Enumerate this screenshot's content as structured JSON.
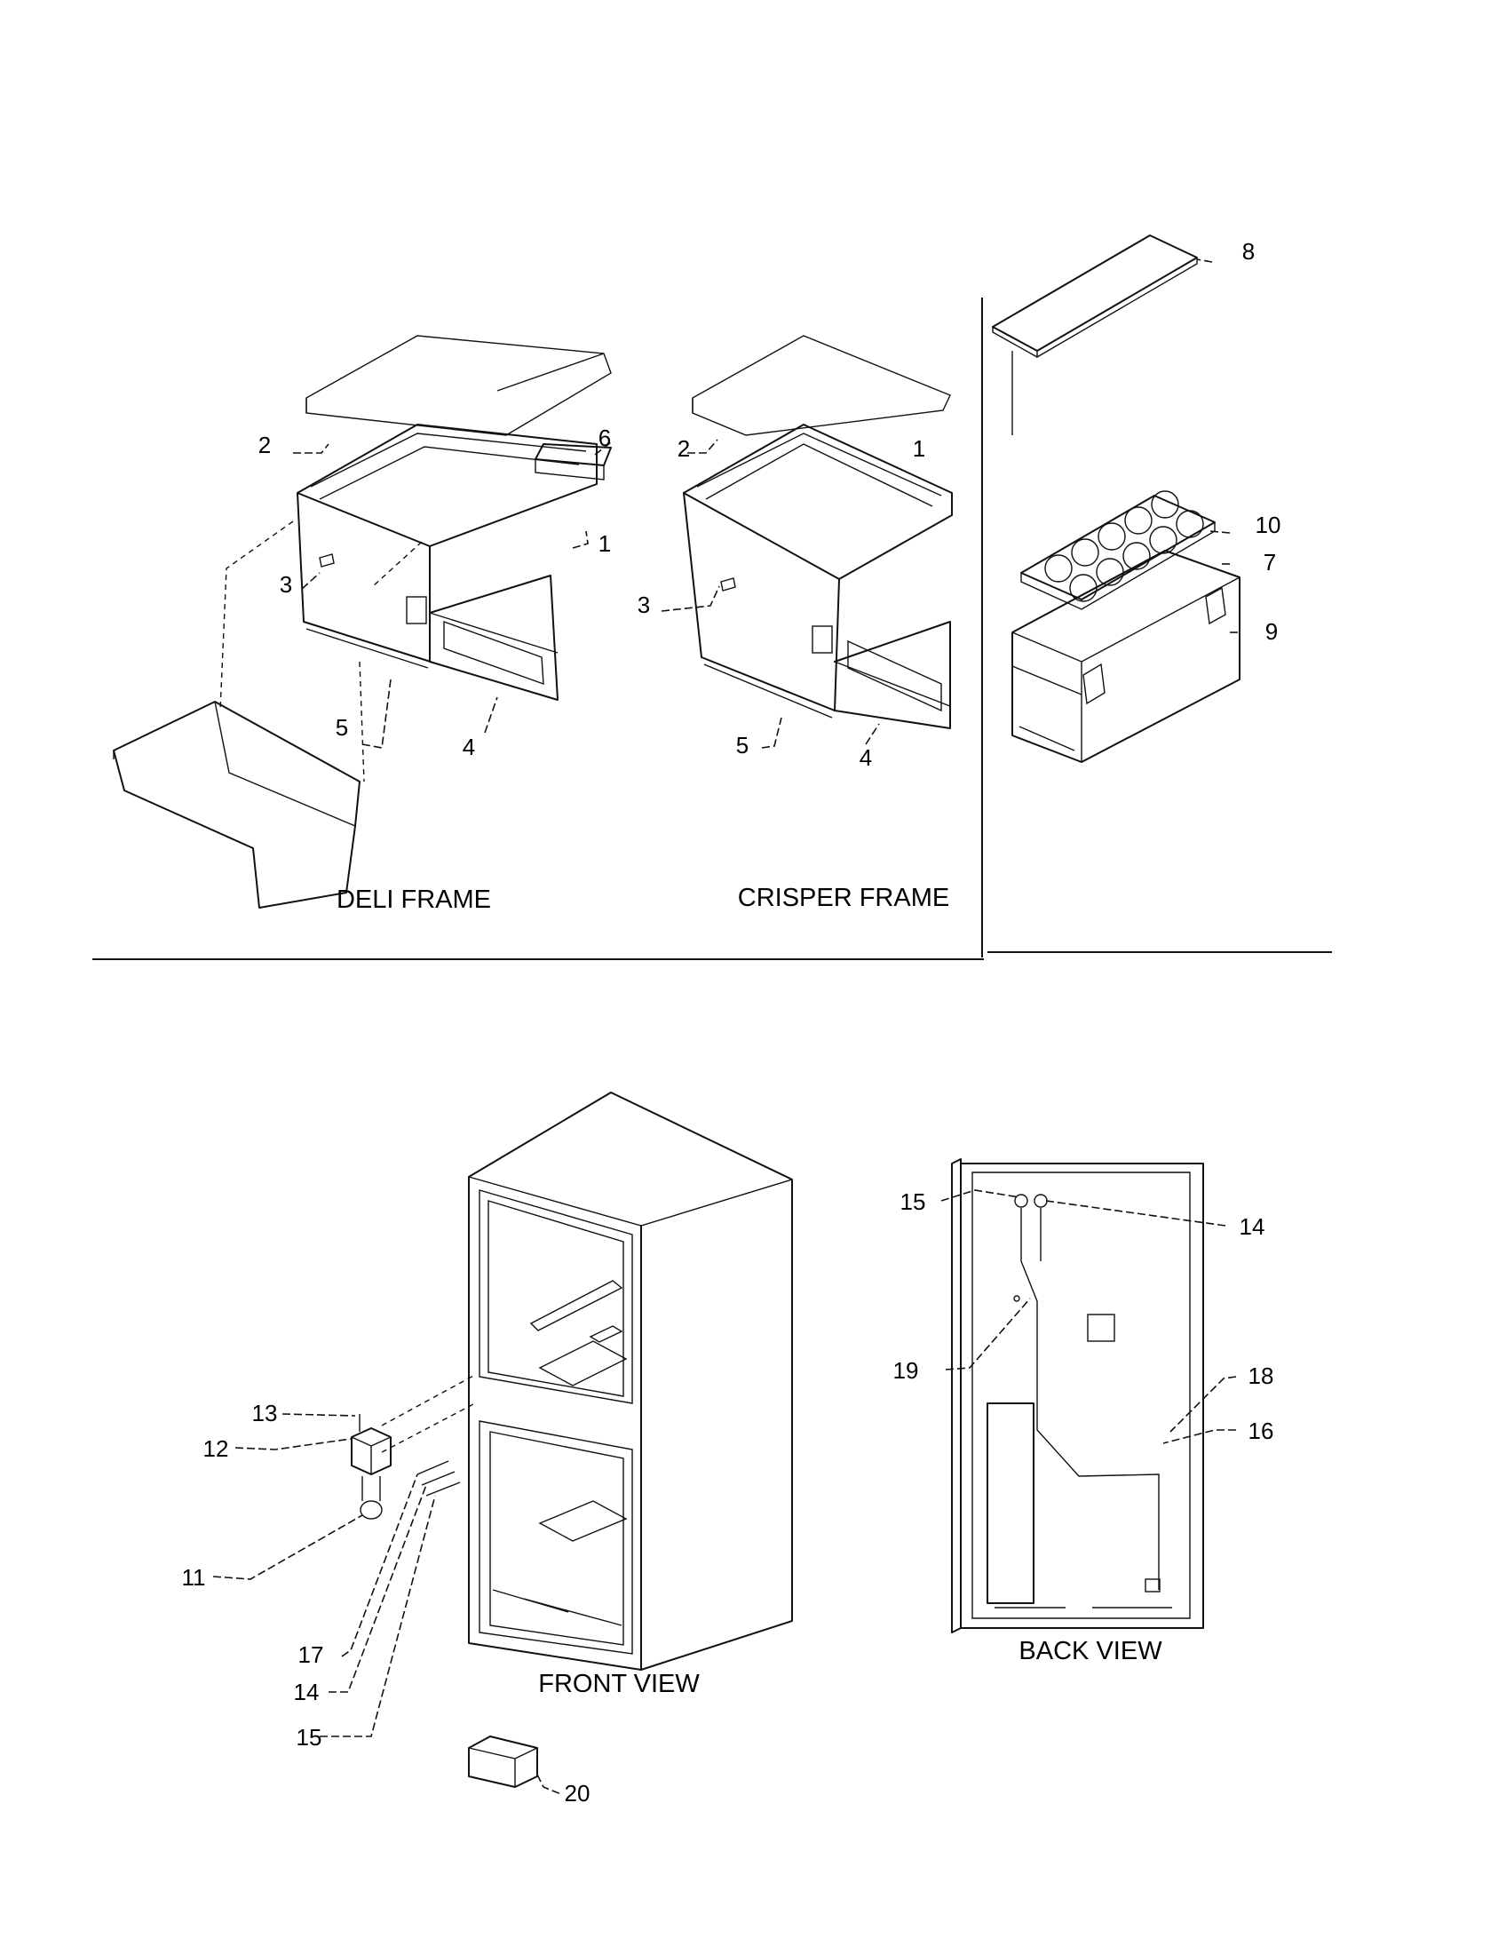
{
  "captions": {
    "deli_frame": "DELI FRAME",
    "crisper_frame": "CRISPER FRAME",
    "front_view": "FRONT VIEW",
    "back_view": "BACK VIEW"
  },
  "callouts": {
    "deli": {
      "c1": "1",
      "c2": "2",
      "c3": "3",
      "c4": "4",
      "c5": "5",
      "c6": "6"
    },
    "crisper": {
      "c1": "1",
      "c2": "2",
      "c3": "3",
      "c4": "4",
      "c5": "5"
    },
    "egg": {
      "c7": "7",
      "c8": "8",
      "c9": "9",
      "c10": "10"
    },
    "front": {
      "c11": "11",
      "c12": "12",
      "c13": "13",
      "c14": "14",
      "c15": "15",
      "c17": "17",
      "c20": "20"
    },
    "back": {
      "c14": "14",
      "c15": "15",
      "c16": "16",
      "c18": "18",
      "c19": "19"
    }
  }
}
